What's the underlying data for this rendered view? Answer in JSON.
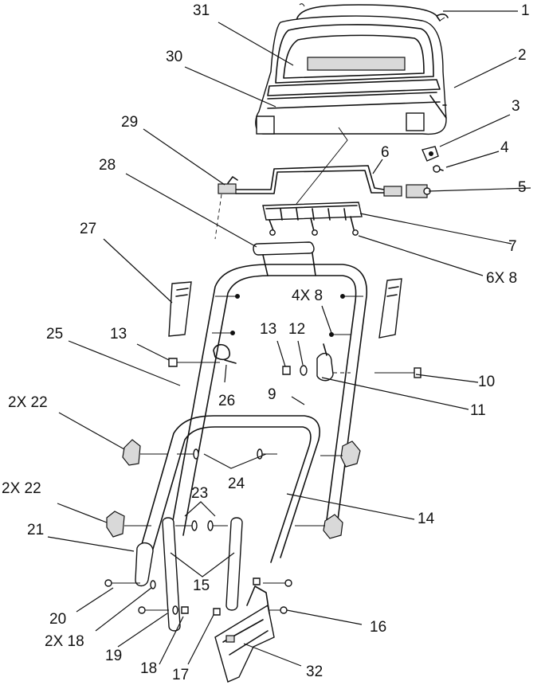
{
  "callouts": {
    "c1": "1",
    "c2": "2",
    "c3": "3",
    "c4": "4",
    "c5": "5",
    "c6": "6",
    "c7": "7",
    "c6x8": "6X 8",
    "c4x8": "4X 8",
    "c9": "9",
    "c10": "10",
    "c11": "11",
    "c12": "12",
    "c13a": "13",
    "c13b": "13",
    "c14": "14",
    "c15": "15",
    "c16": "16",
    "c17": "17",
    "c18a": "18",
    "c18b": "2X 18",
    "c19": "19",
    "c20": "20",
    "c21": "21",
    "c22a": "2X 22",
    "c22b": "2X 22",
    "c23": "23",
    "c24": "24",
    "c25": "25",
    "c26": "26",
    "c27": "27",
    "c28": "28",
    "c29": "29",
    "c30": "30",
    "c31": "31",
    "c32": "32"
  }
}
